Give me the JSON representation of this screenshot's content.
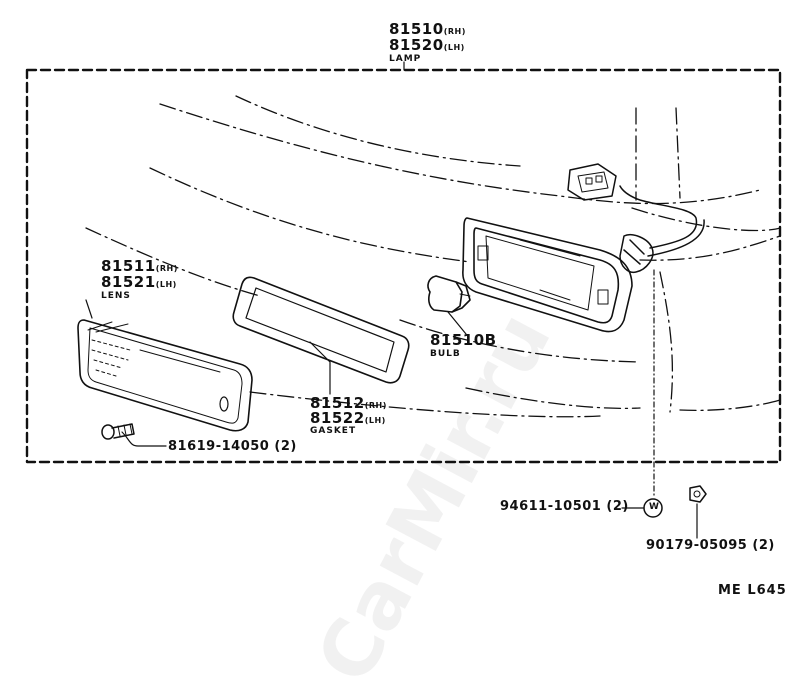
{
  "lamp": {
    "pn_rh": "81510",
    "sfx_rh": "(RH)",
    "pn_lh": "81520",
    "sfx_lh": "(LH)",
    "name": "LAMP"
  },
  "lens": {
    "pn_rh": "81511",
    "sfx_rh": "(RH)",
    "pn_lh": "81521",
    "sfx_lh": "(LH)",
    "name": "LENS"
  },
  "gasket": {
    "pn_rh": "81512",
    "sfx_rh": "(RH)",
    "pn_lh": "81522",
    "sfx_lh": "(LH)",
    "name": "GASKET"
  },
  "bulb": {
    "pn": "81510B",
    "name": "BULB"
  },
  "screw": {
    "callout": "81619-14050 (2)"
  },
  "washer": {
    "callout": "94611-10501 (2)",
    "symbol": "W"
  },
  "nut": {
    "callout": "90179-05095 (2)"
  },
  "diagram_code": "ME L645",
  "watermark": "CarMir.ru",
  "colors": {
    "ink": "#111111",
    "background": "#ffffff"
  }
}
